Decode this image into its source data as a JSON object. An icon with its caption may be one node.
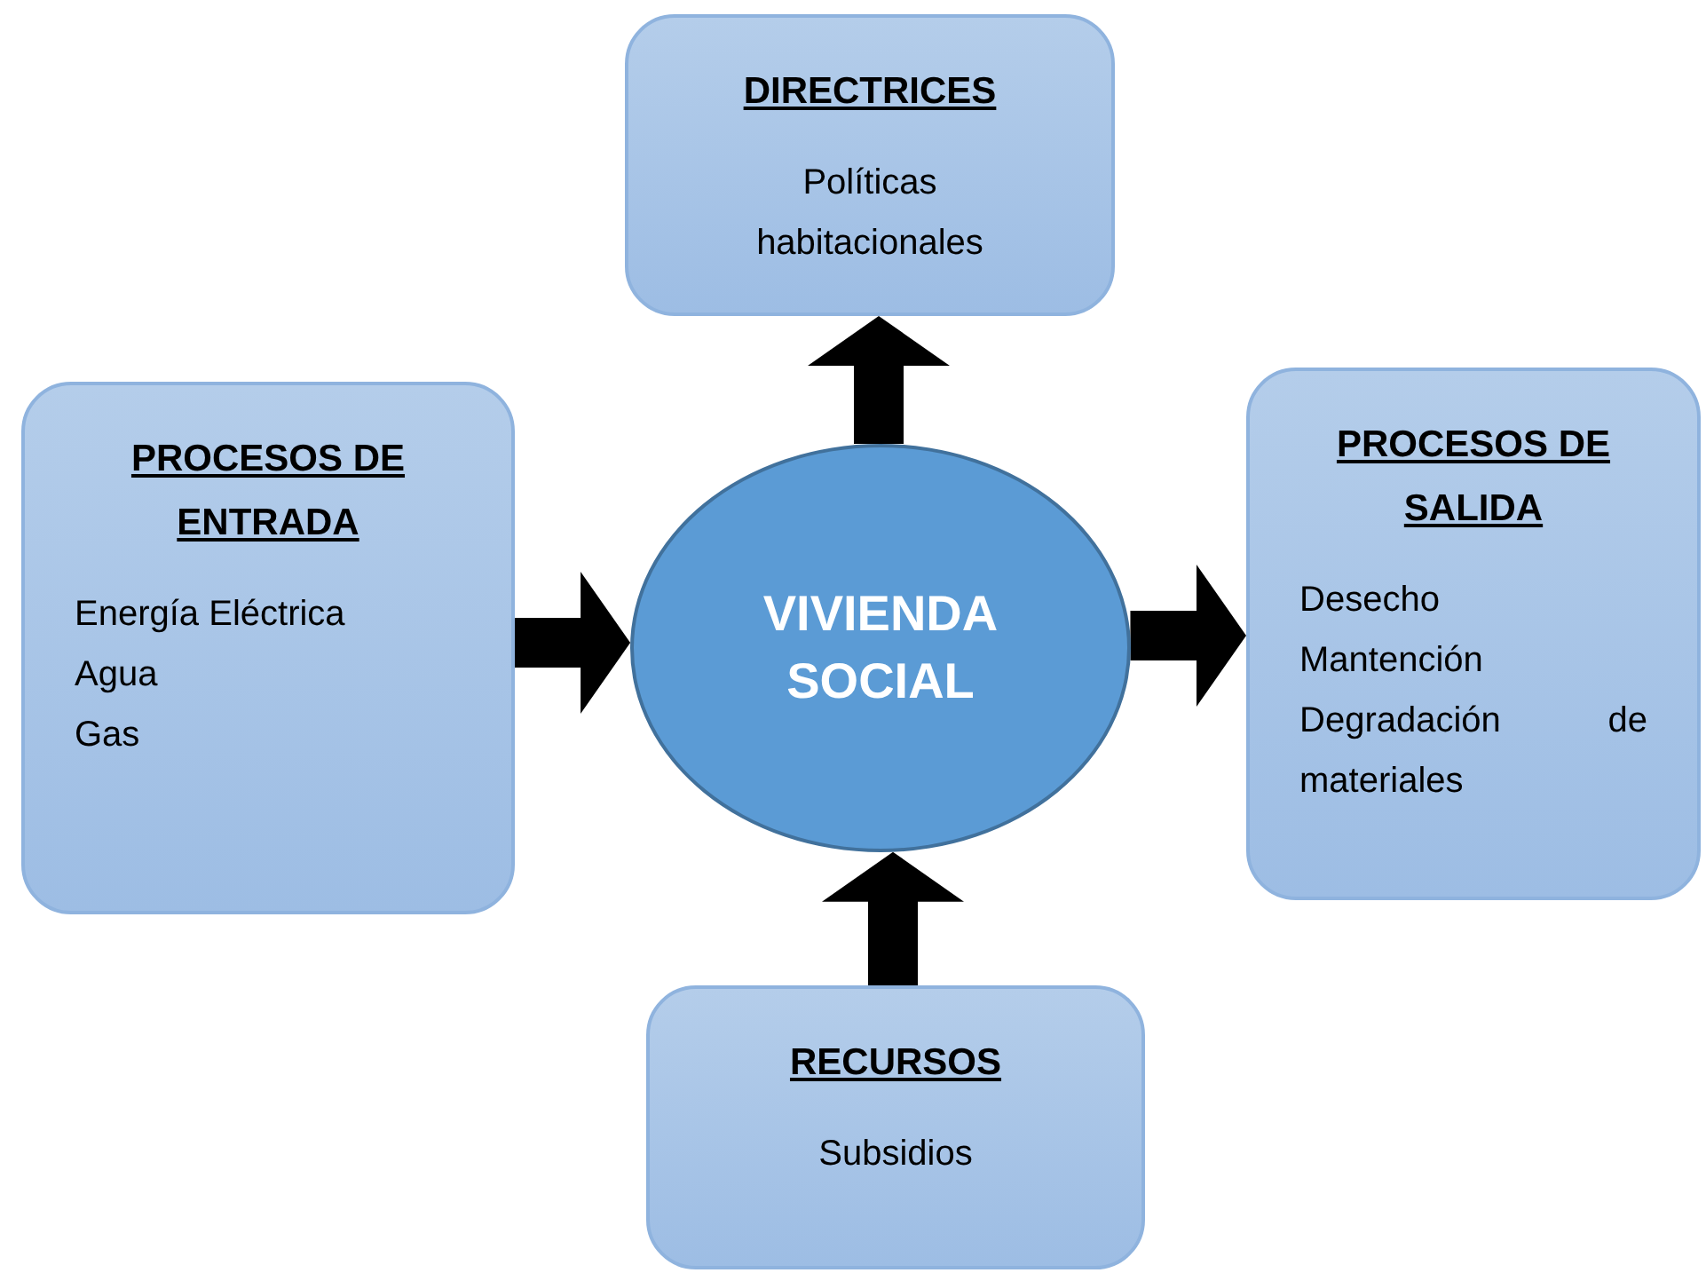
{
  "diagram": {
    "nodes": [
      {
        "text": [
          "PROCESOS DE ENTRADA",
          "Energía Eléctrica",
          "Agua",
          "Gas"
        ]
      },
      {
        "text": [
          "DIRECTRICES",
          "Políticas habitacionales"
        ]
      },
      {
        "text": [
          "VIVIENDA SOCIAL"
        ]
      },
      {
        "text": [
          "PROCESOS DE SALIDA",
          "Desecho",
          "Mantención",
          "Degradación de materiales"
        ]
      },
      {
        "text": [
          "RECURSOS",
          "Subsidios"
        ]
      }
    ],
    "edges": [
      {
        "from": 0,
        "to": 2,
        "arrow": "to",
        "style": "thick"
      },
      {
        "from": 2,
        "to": 1,
        "arrow": "to",
        "style": "thick"
      },
      {
        "from": 2,
        "to": 3,
        "arrow": "to",
        "style": "thick"
      },
      {
        "from": 4,
        "to": 2,
        "arrow": "to",
        "style": "thick"
      }
    ]
  }
}
